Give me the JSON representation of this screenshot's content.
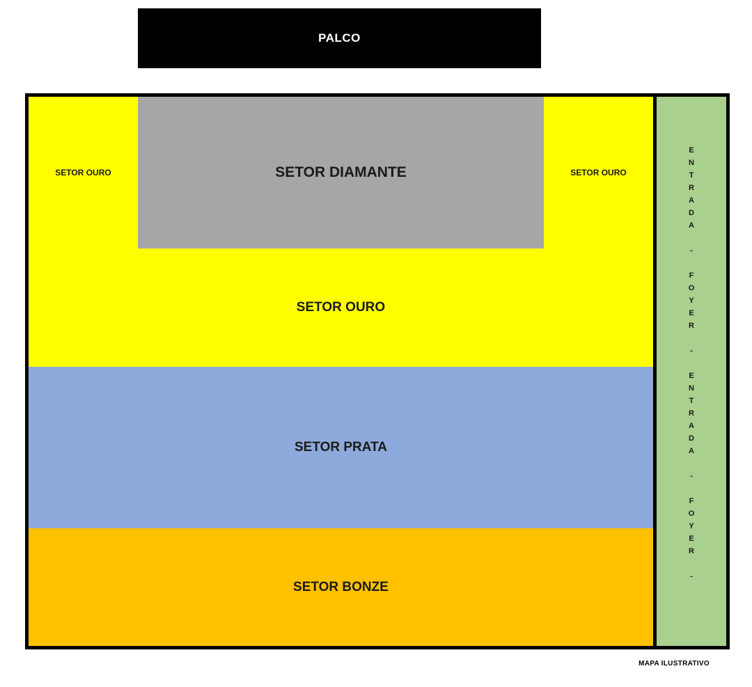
{
  "page": {
    "background": "#FFFFFF",
    "footnote": "MAPA ILUSTRATIVO"
  },
  "stage": {
    "label": "PALCO",
    "bg": "#000000",
    "text_color": "#FFFFFF"
  },
  "sectors": {
    "diamante": {
      "label": "SETOR DIAMANTE",
      "color": "#A6A6A6",
      "text_color": "#1A1A1A"
    },
    "ouro_left": {
      "label": "SETOR OURO",
      "color": "#FFFF00"
    },
    "ouro_right": {
      "label": "SETOR OURO",
      "color": "#FFFF00"
    },
    "ouro_main": {
      "label": "SETOR OURO",
      "color": "#FFFF00"
    },
    "prata": {
      "label": "SETOR PRATA",
      "color": "#8EA9DB"
    },
    "bonze": {
      "label": "SETOR BONZE",
      "color": "#FFC000"
    }
  },
  "entrance_strip": {
    "color": "#A9D08E",
    "vertical_text": "E\nN\nT\nR\nA\nD\nA\n\n-\n\nF\nO\nY\nE\nR\n\n-\n\nE\nN\nT\nR\nA\nD\nA\n\n-\n\nF\nO\nY\nE\nR\n\n-"
  }
}
